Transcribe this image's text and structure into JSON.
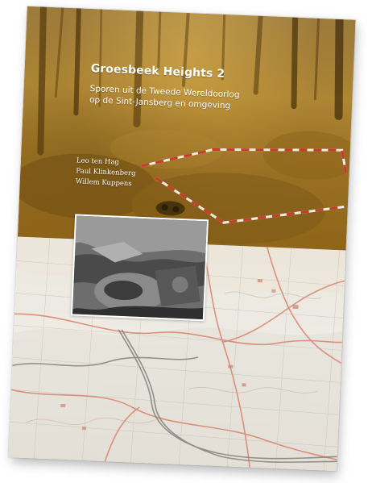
{
  "cover": {
    "title": "Groesbeek Heights 2",
    "subtitle_line1": "Sporen uit de Tweede Wereldoorlog",
    "subtitle_line2": "op de Sint-Jansberg en omgeving",
    "authors": [
      "Leo ten Hag",
      "Paul Klinkenberg",
      "Willem Kuppens"
    ]
  },
  "colors": {
    "photo_tone": "#a67b24",
    "title_text": "#ffffff",
    "map_background": "#ece9e1",
    "tape_red": "#c83a2a",
    "map_road_red": "#d7826e",
    "map_line_dark": "#7d7a73"
  }
}
